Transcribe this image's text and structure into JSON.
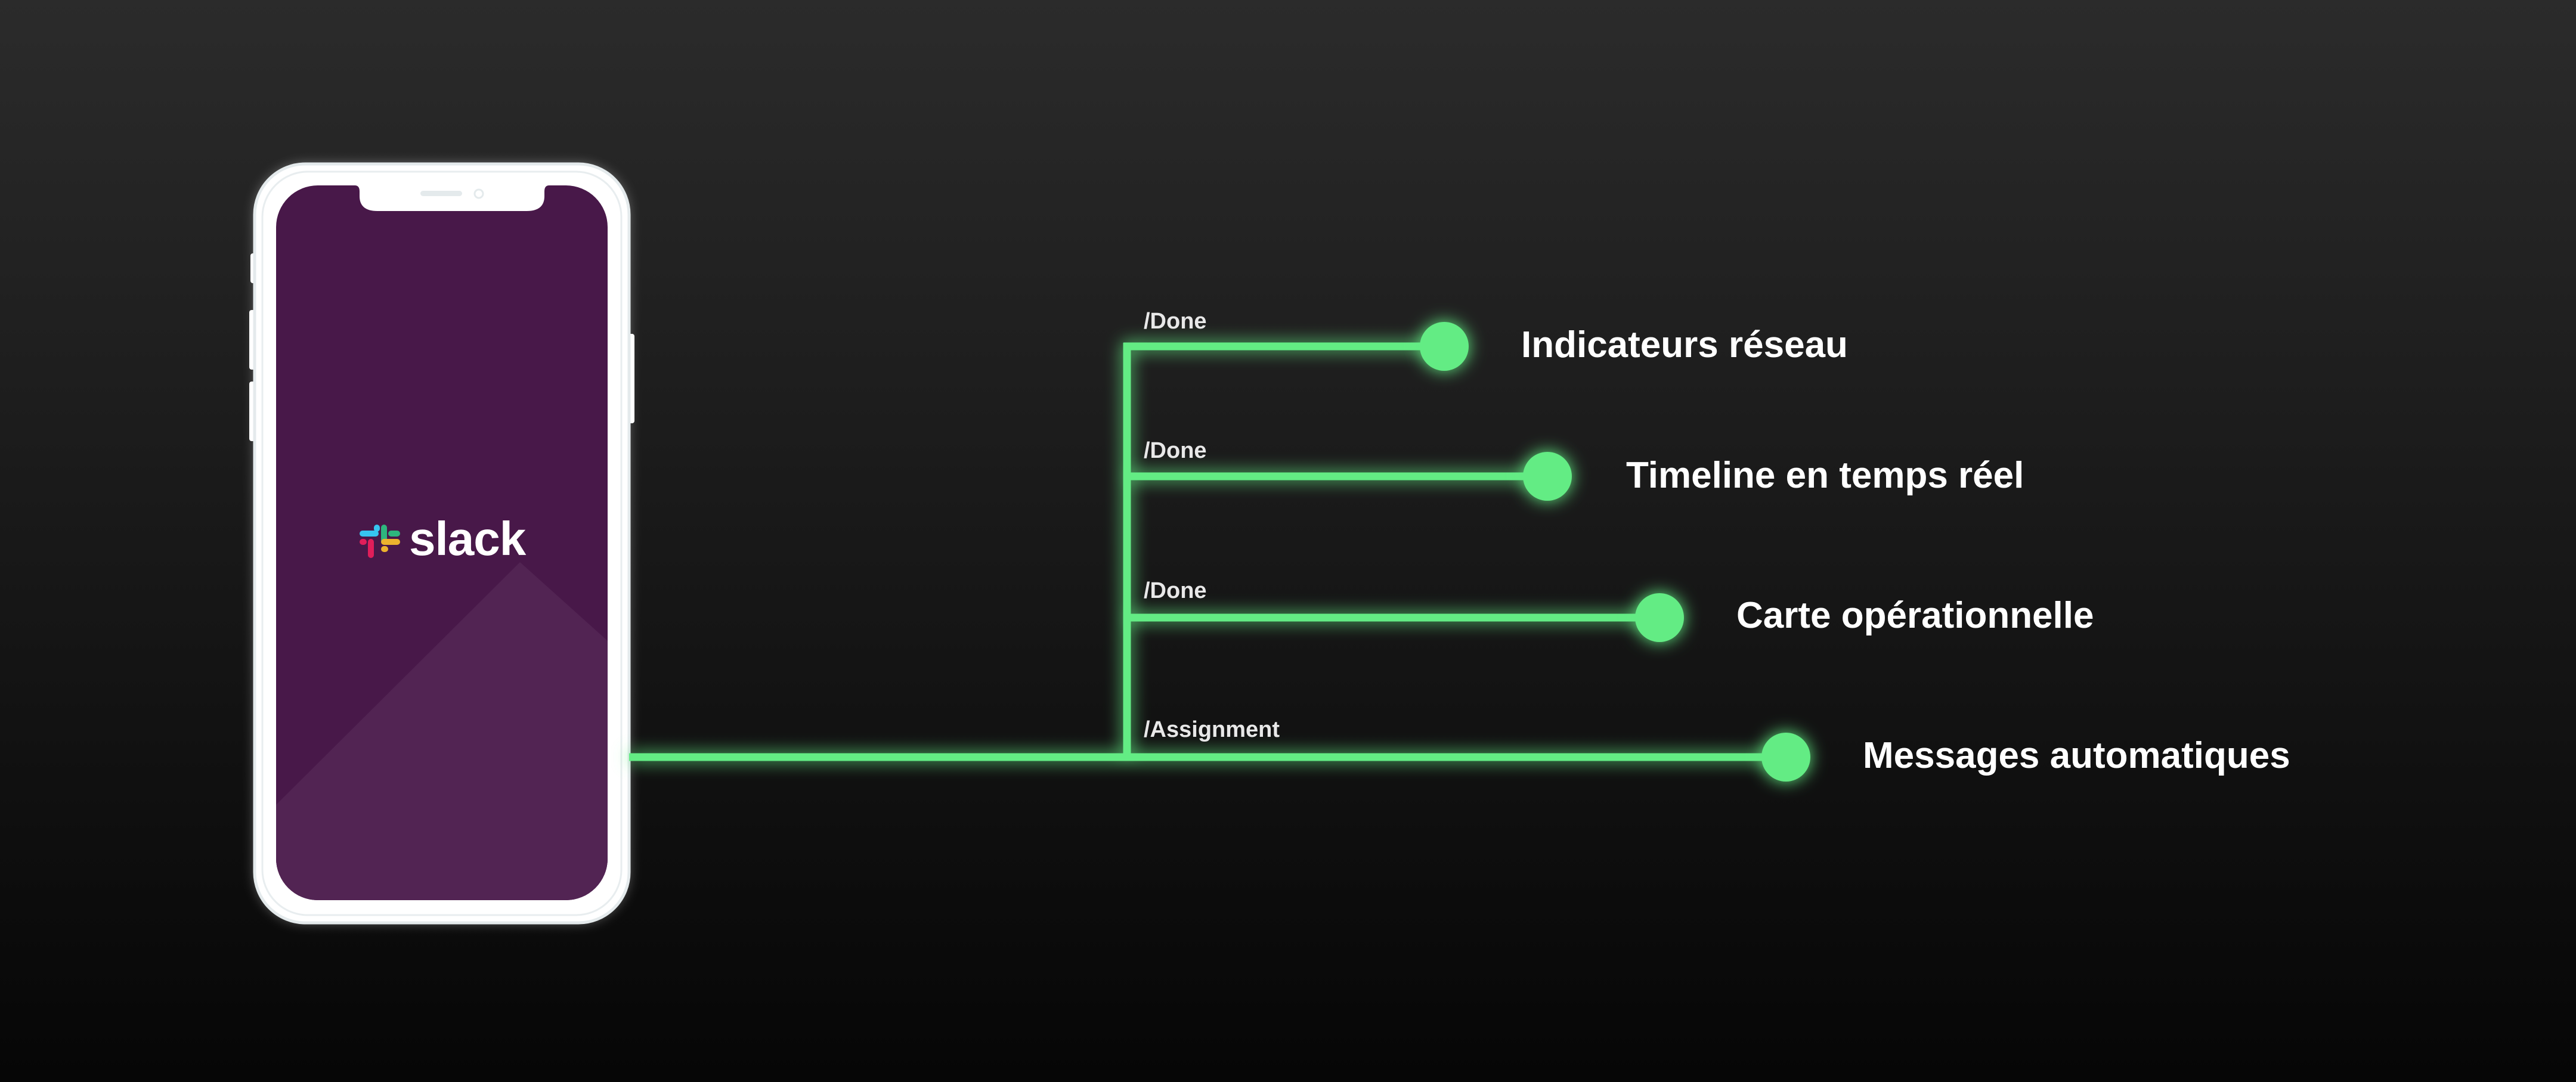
{
  "phone": {
    "app_name": "slack",
    "logo_text": "slack"
  },
  "colors": {
    "accent": "#63ec84",
    "screen_bg": "#481849",
    "screen_bg_light": "#522453"
  },
  "branches": [
    {
      "tag": "/Done",
      "title": "Indicateurs réseau"
    },
    {
      "tag": "/Done",
      "title": "Timeline en temps réel"
    },
    {
      "tag": "/Done",
      "title": "Carte opérationnelle"
    },
    {
      "tag": "/Assignment",
      "title": "Messages automatiques"
    }
  ]
}
